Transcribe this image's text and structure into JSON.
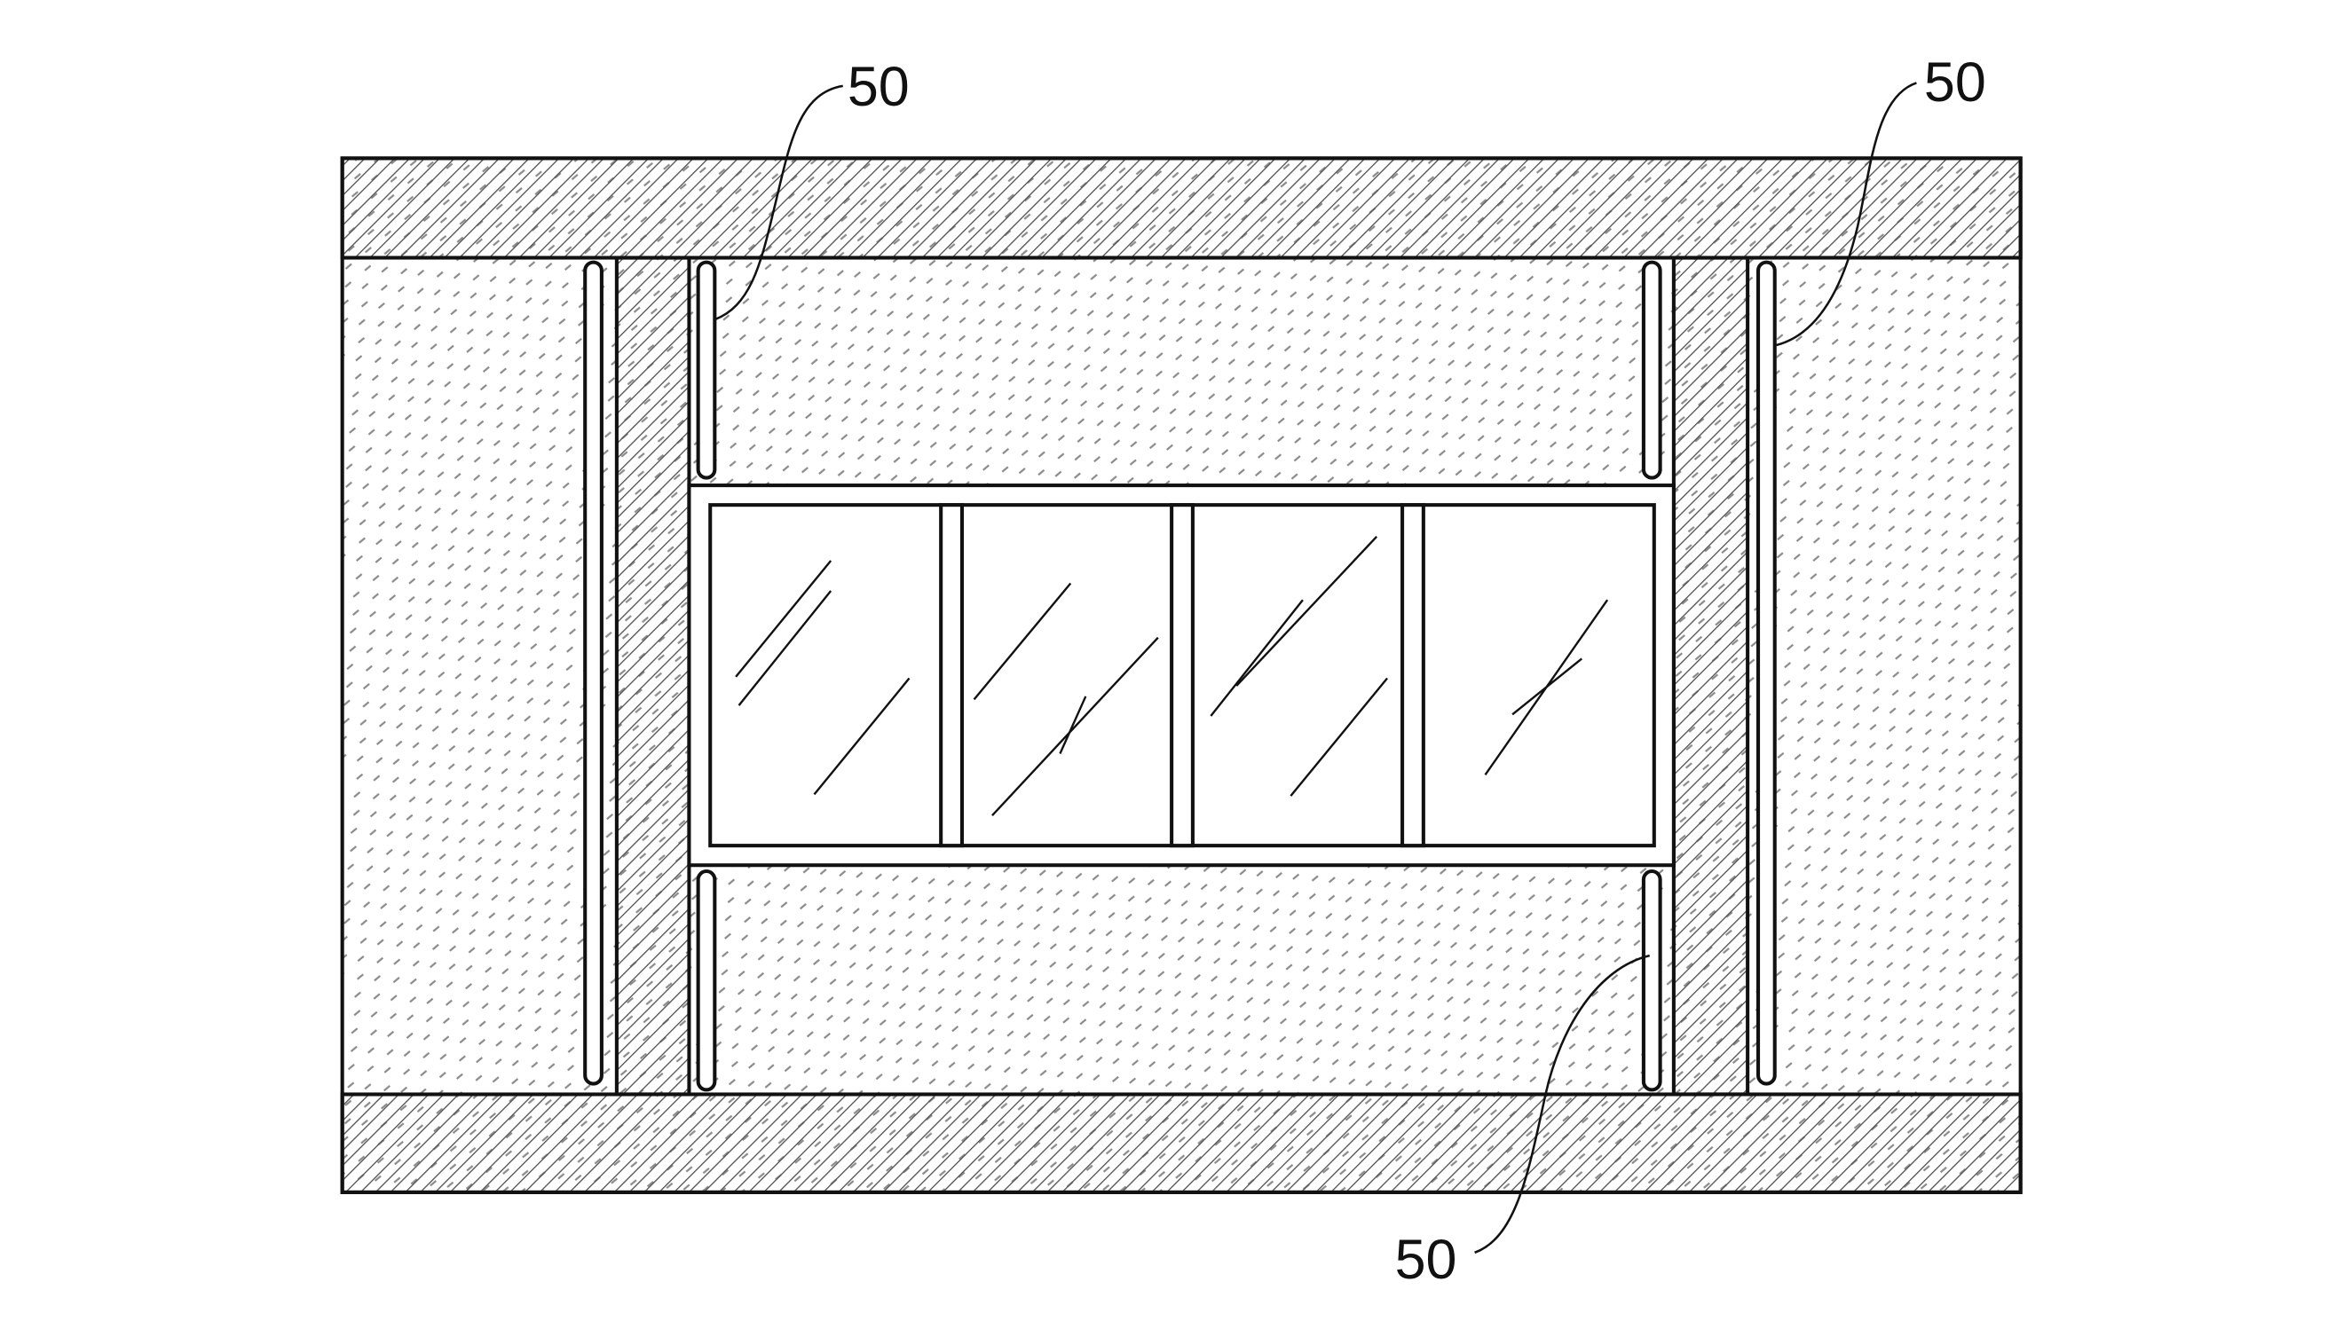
{
  "figure": {
    "labels": [
      {
        "id": "label-top-left",
        "text": "50"
      },
      {
        "id": "label-top-right",
        "text": "50"
      },
      {
        "id": "label-bottom",
        "text": "50"
      }
    ],
    "colors": {
      "line": "#111111",
      "background": "#ffffff",
      "hatch": "#555555",
      "stipple": "#8a8a8a"
    }
  }
}
